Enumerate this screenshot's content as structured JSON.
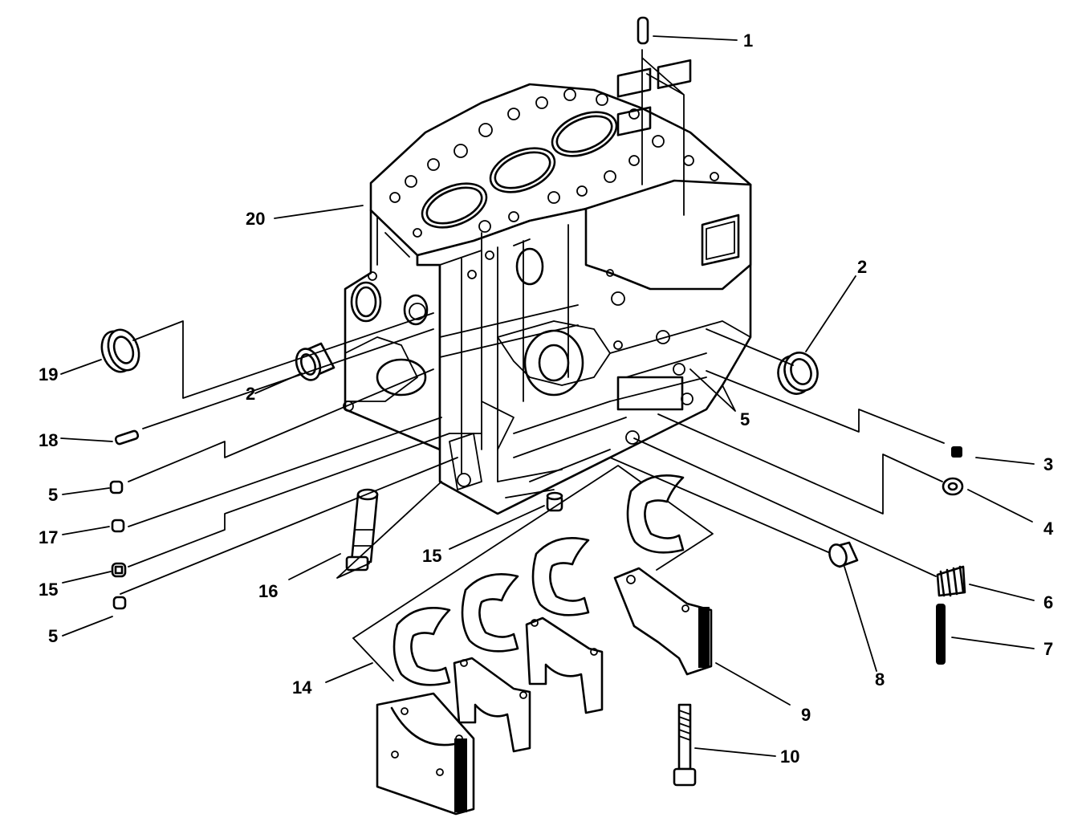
{
  "callouts": [
    {
      "key": "c1",
      "text": "1"
    },
    {
      "key": "c20",
      "text": "20"
    },
    {
      "key": "c2a",
      "text": "2"
    },
    {
      "key": "c2b",
      "text": "2"
    },
    {
      "key": "c19",
      "text": "19"
    },
    {
      "key": "c5a",
      "text": "5"
    },
    {
      "key": "c18",
      "text": "18"
    },
    {
      "key": "c5b",
      "text": "5"
    },
    {
      "key": "c17",
      "text": "17"
    },
    {
      "key": "c15a",
      "text": "15"
    },
    {
      "key": "c5c",
      "text": "5"
    },
    {
      "key": "c16",
      "text": "16"
    },
    {
      "key": "c15b",
      "text": "15"
    },
    {
      "key": "c3",
      "text": "3"
    },
    {
      "key": "c4",
      "text": "4"
    },
    {
      "key": "c6",
      "text": "6"
    },
    {
      "key": "c7",
      "text": "7"
    },
    {
      "key": "c8",
      "text": "8"
    },
    {
      "key": "c9",
      "text": "9"
    },
    {
      "key": "c10",
      "text": "10"
    },
    {
      "key": "c14",
      "text": "14"
    }
  ]
}
